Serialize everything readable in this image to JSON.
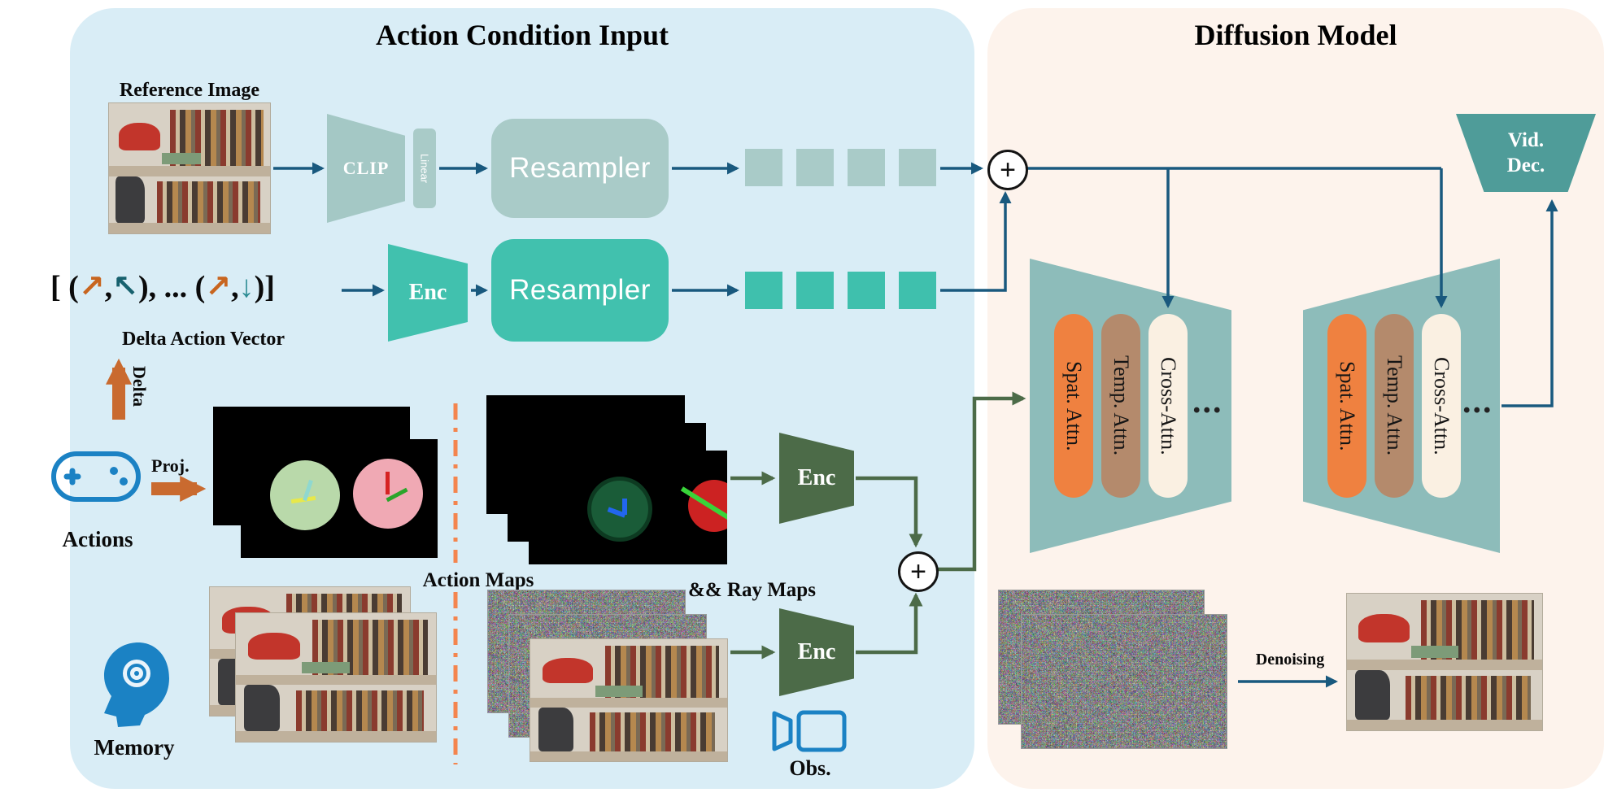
{
  "figure": {
    "left_title": "Action Condition Input",
    "right_title": "Diffusion Model"
  },
  "left": {
    "reference_image_label": "Reference Image",
    "clip": "CLIP",
    "linear": "Linear",
    "resampler_top": "Resampler",
    "resampler_bottom": "Resampler",
    "enc_action": "Enc",
    "enc_maps": "Enc",
    "enc_obs": "Enc",
    "delta_vector": {
      "open": "[ (",
      "arrow1": "↗",
      "comma1": ",",
      "arrow2": "↖",
      "middle": "), ... (",
      "arrow3": "↗",
      "comma2": ",",
      "arrow4": "↓",
      "close": ")]"
    },
    "delta_action_vector_label": "Delta Action Vector",
    "delta_label": "Delta",
    "actions_label": "Actions",
    "proj_label": "Proj.",
    "action_maps_label": "Action Maps",
    "ray_maps_label": "&& Ray Maps",
    "memory_label": "Memory",
    "obs_label": "Obs."
  },
  "right": {
    "unet_blocks": [
      "Spat. Attn.",
      "Temp. Attn.",
      "Cross-Attn."
    ],
    "vid_dec_line1": "Vid.",
    "vid_dec_line2": "Dec.",
    "denoising_label": "Denoising"
  },
  "symbols": {
    "plus": "+",
    "ellipsis": "..."
  },
  "colors": {
    "panel_left": "#d9edf6",
    "panel_right": "#fdf3ec",
    "teal": "#3fc0ad",
    "muted_teal": "#a9cbc8",
    "dark_green": "#4c6b48",
    "unet_teal": "#8dbcba",
    "attn_orange": "#ef8140",
    "attn_tan": "#b48a6c",
    "attn_cream": "#faf0e2",
    "vid_dec_teal": "#4f9c99",
    "arrow_blue": "#19597e",
    "arrow_orange": "#c96a2f",
    "dash_orange": "#f4854e",
    "icon_blue": "#1b82c4"
  }
}
